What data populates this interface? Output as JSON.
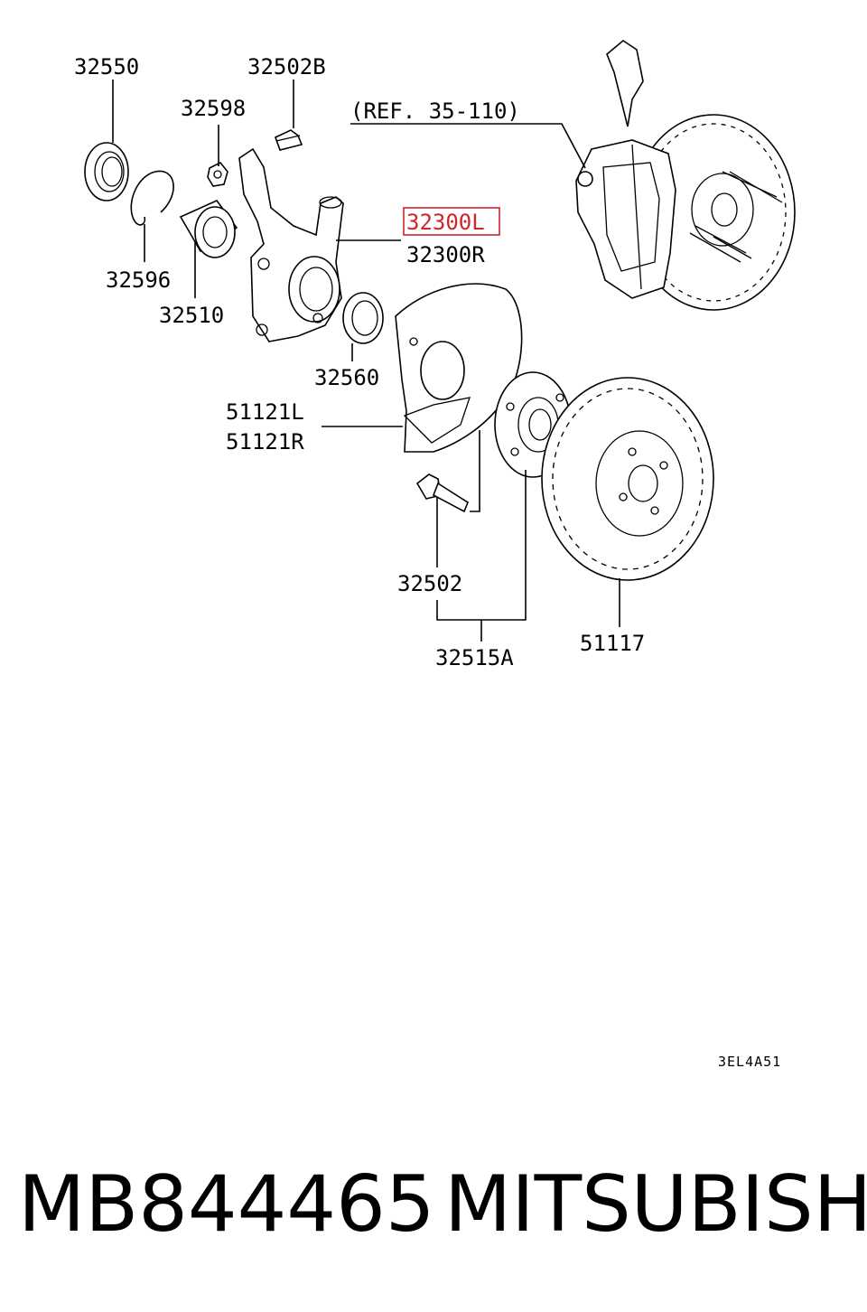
{
  "labels": {
    "p32550": "32550",
    "p32502b": "32502B",
    "p32598": "32598",
    "ref": "(REF. 35-110)",
    "p32300l": "32300L",
    "p32300r": "32300R",
    "p32596": "32596",
    "p32510": "32510",
    "p32560": "32560",
    "p51121l": "51121L",
    "p51121r": "51121R",
    "p32502": "32502",
    "p32515a": "32515A",
    "p51117": "51117",
    "code": "3EL4A51"
  },
  "footer": {
    "part_number": "MB844465",
    "brand": "MITSUBISHI"
  },
  "colors": {
    "highlight": "#d0252a",
    "ink": "#000000"
  }
}
